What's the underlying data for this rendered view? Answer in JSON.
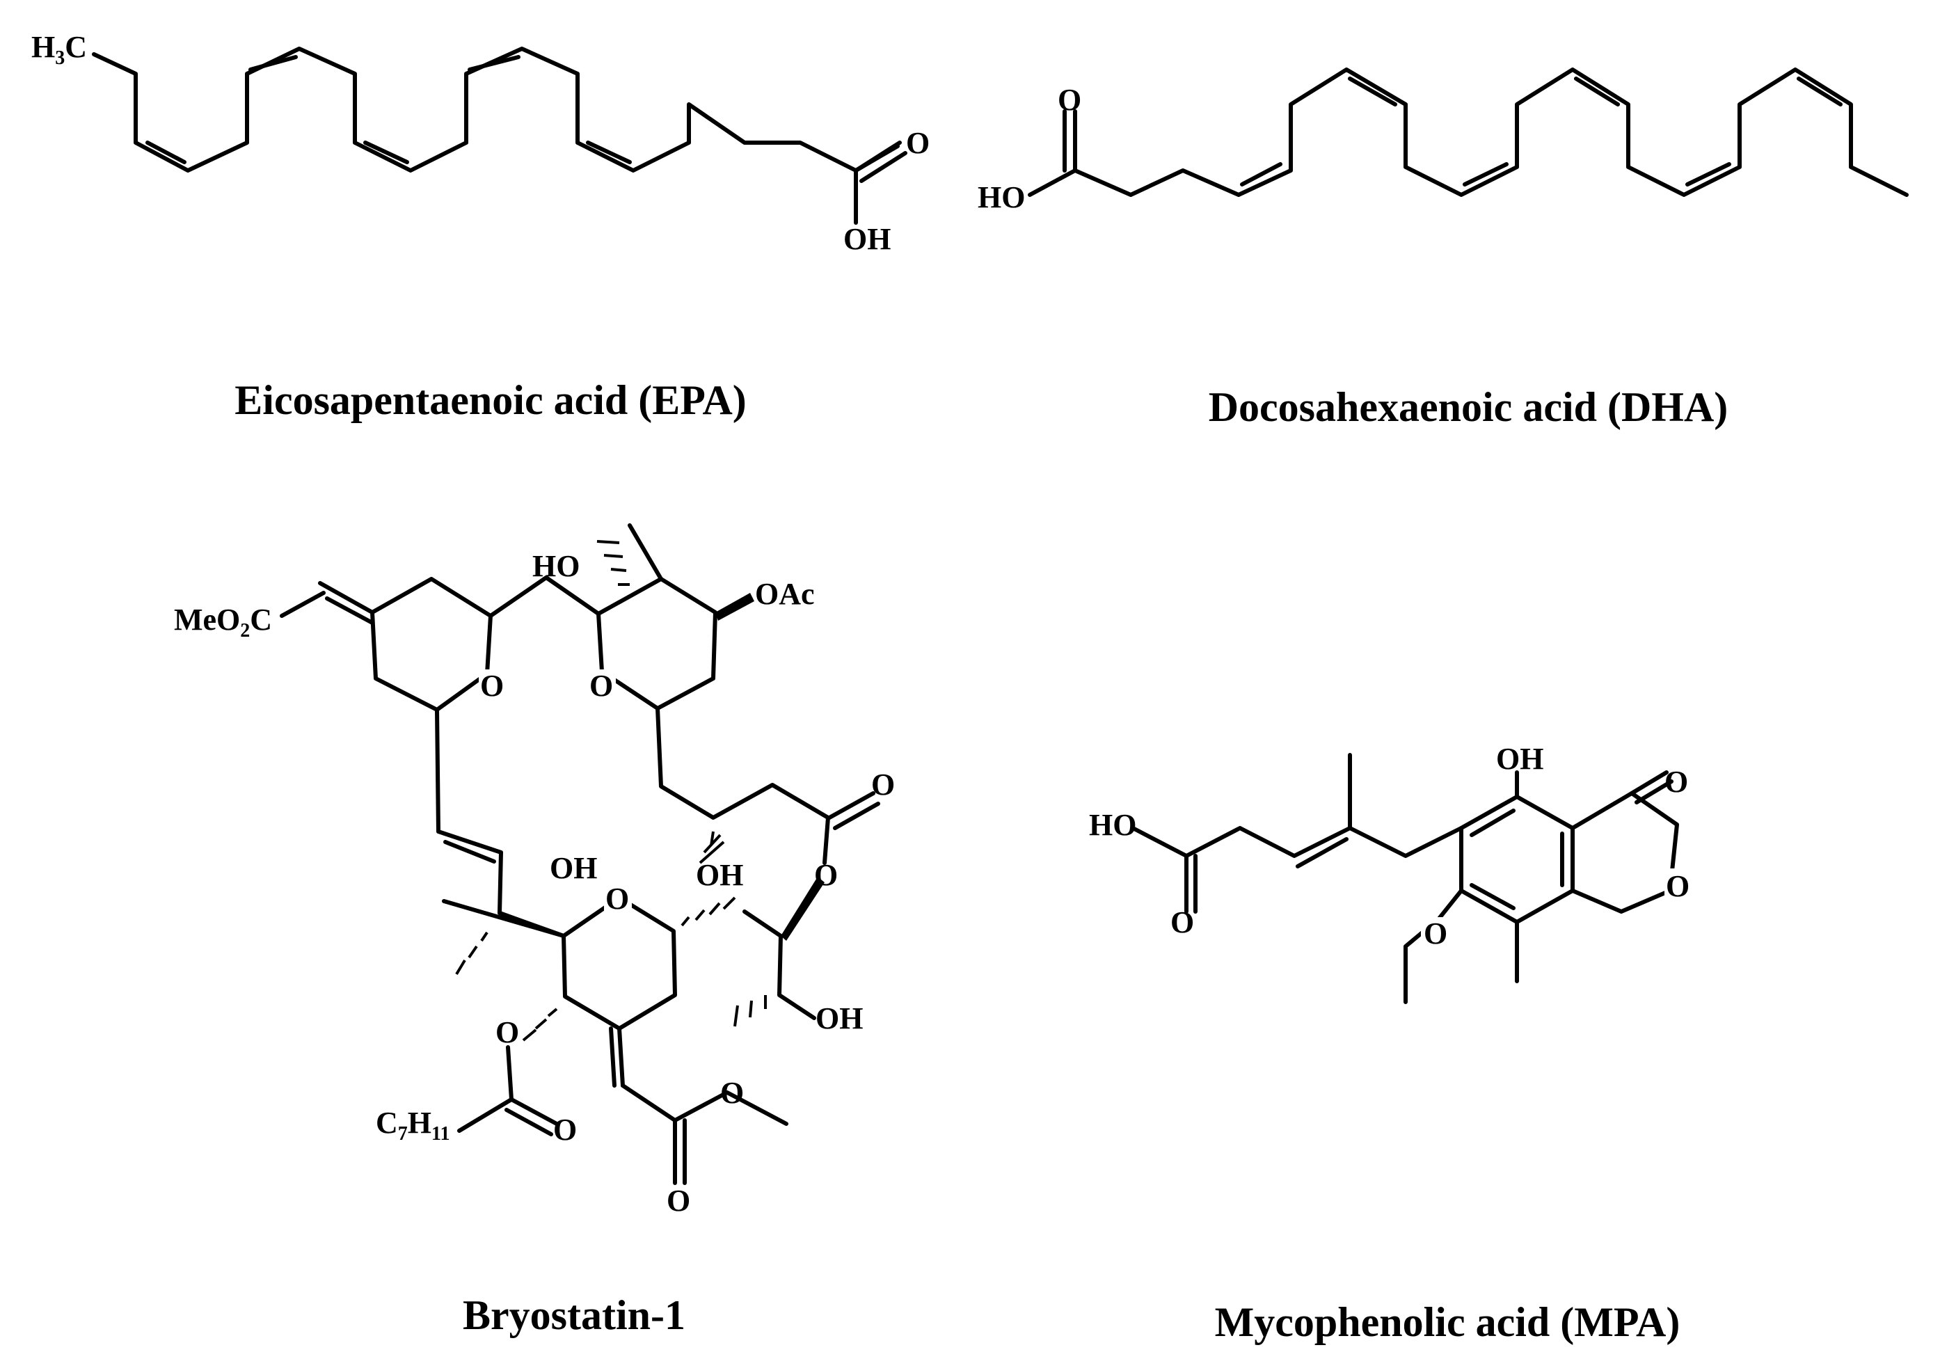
{
  "captions": {
    "epa": "Eicosapentaenoic acid (EPA)",
    "dha": "Docosahexaenoic acid (DHA)",
    "bryostatin": "Bryostatin-1",
    "mpa": "Mycophenolic acid (MPA)"
  },
  "labels": {
    "epa": {
      "ch3_main": "H",
      "ch3_sub": "3",
      "ch3_tail": "C",
      "carbonyl_o": "O",
      "hydroxyl": "OH"
    },
    "dha": {
      "carbonyl_o": "O",
      "hydroxyl": "HO"
    },
    "bryostatin": {
      "ester_left": "MeO",
      "ester_left_sub": "2",
      "ester_left_tail": "C",
      "ring_a_o": "O",
      "ring_b_o": "O",
      "ring_b_oh": "HO",
      "oac": "OAc",
      "lactone_carbonyl_o": "O",
      "lactone_o": "O",
      "c13_oh": "OH",
      "ring_c_oh": "OH",
      "ring_c_o": "O",
      "side_oh": "OH",
      "ester_o": "O",
      "acyl_c": "C",
      "acyl_c_sub1": "7",
      "acyl_h": "H",
      "acyl_h_sub": "11",
      "acyl_carbonyl_o": "O",
      "bottom_ester_o": "O",
      "bottom_carbonyl_o": "O"
    },
    "mpa": {
      "hydroxyl_acid": "HO",
      "acid_carbonyl_o": "O",
      "phenol_oh": "OH",
      "lactone_carbonyl_o": "O",
      "lactone_o": "O",
      "methoxy_o": "O"
    }
  }
}
